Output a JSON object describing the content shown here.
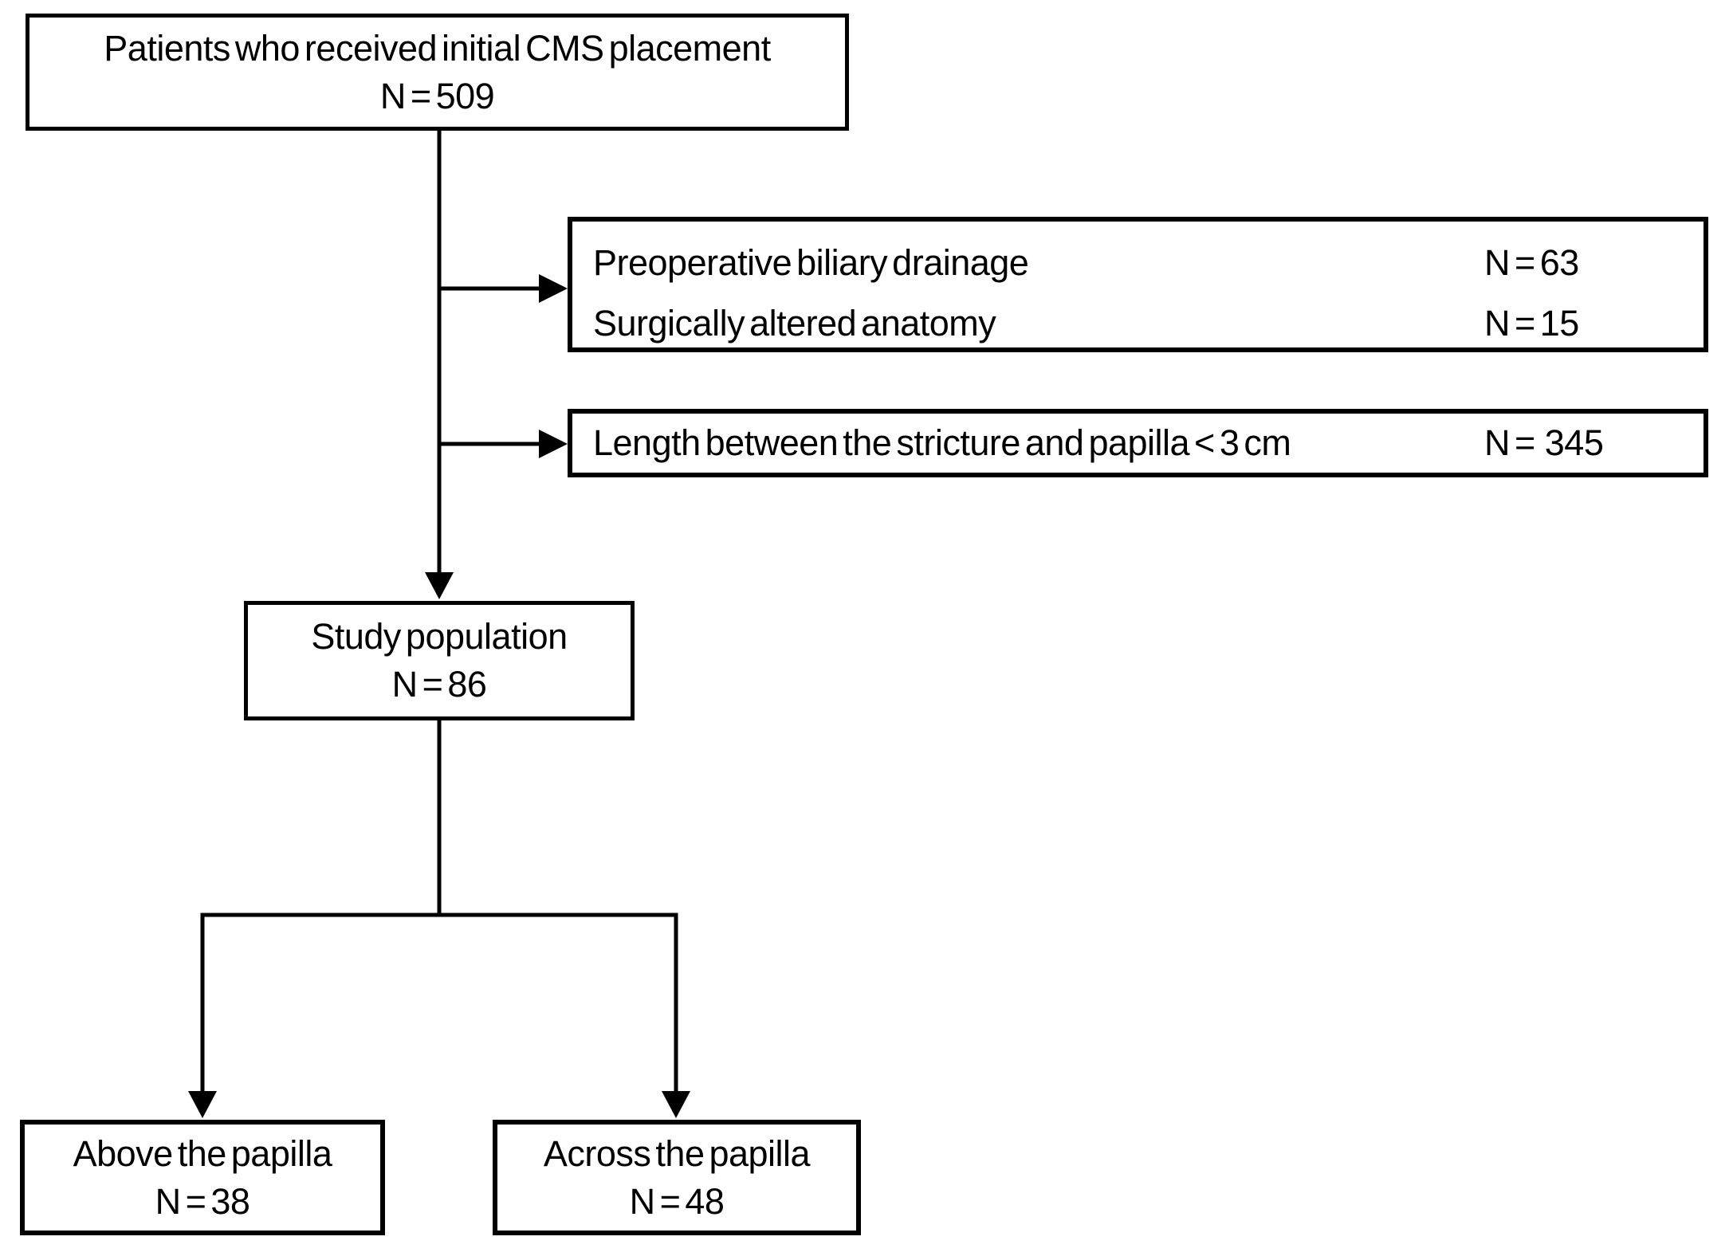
{
  "figure": {
    "type": "study-flow-diagram",
    "background": "#ffffff"
  },
  "boxes": {
    "initial": {
      "label": "Patients who received initial CMS placement",
      "n": "N = 509"
    },
    "exclusions_primary": {
      "rows": [
        {
          "label": "Preoperative biliary drainage",
          "n": "N = 63"
        },
        {
          "label": "Surgically altered anatomy",
          "n": "N = 15"
        }
      ]
    },
    "exclusion_length": {
      "rows": [
        {
          "label": "Length between the stricture and papilla < 3 cm",
          "n": "N =  345"
        }
      ]
    },
    "study": {
      "label": "Study population",
      "n": "N = 86"
    },
    "above": {
      "label": "Above the papilla",
      "n": "N = 38"
    },
    "across": {
      "label": "Across the papilla",
      "n": "N = 48"
    }
  },
  "edges": [
    {
      "from": "initial",
      "to": "exclusions_primary",
      "style": "arrow-right"
    },
    {
      "from": "initial",
      "to": "exclusion_length",
      "style": "arrow-right"
    },
    {
      "from": "initial",
      "to": "study",
      "style": "arrow-down"
    },
    {
      "from": "study",
      "to": "above",
      "style": "arrow-down"
    },
    {
      "from": "study",
      "to": "across",
      "style": "arrow-down"
    }
  ],
  "colors": {
    "background": "#ffffff",
    "box_border": "#000000",
    "text": "#000000",
    "connector": "#000000"
  }
}
